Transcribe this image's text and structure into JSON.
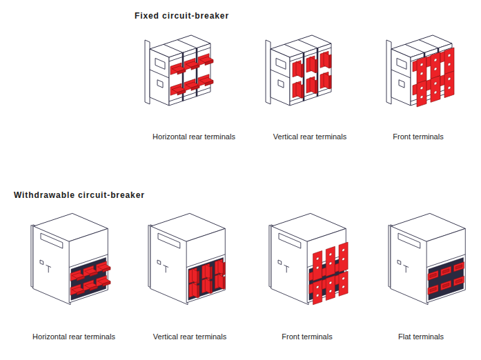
{
  "diagram": {
    "labels": [
      "Fixed circuit-breaker",
      "Horizontal rear terminals",
      "Vertical rear terminals",
      "Front terminals",
      "Withdrawable circuit-breaker",
      "Horizontal rear terminals",
      "Vertical rear terminals",
      "Front terminals",
      "Flat terminals"
    ]
  }
}
